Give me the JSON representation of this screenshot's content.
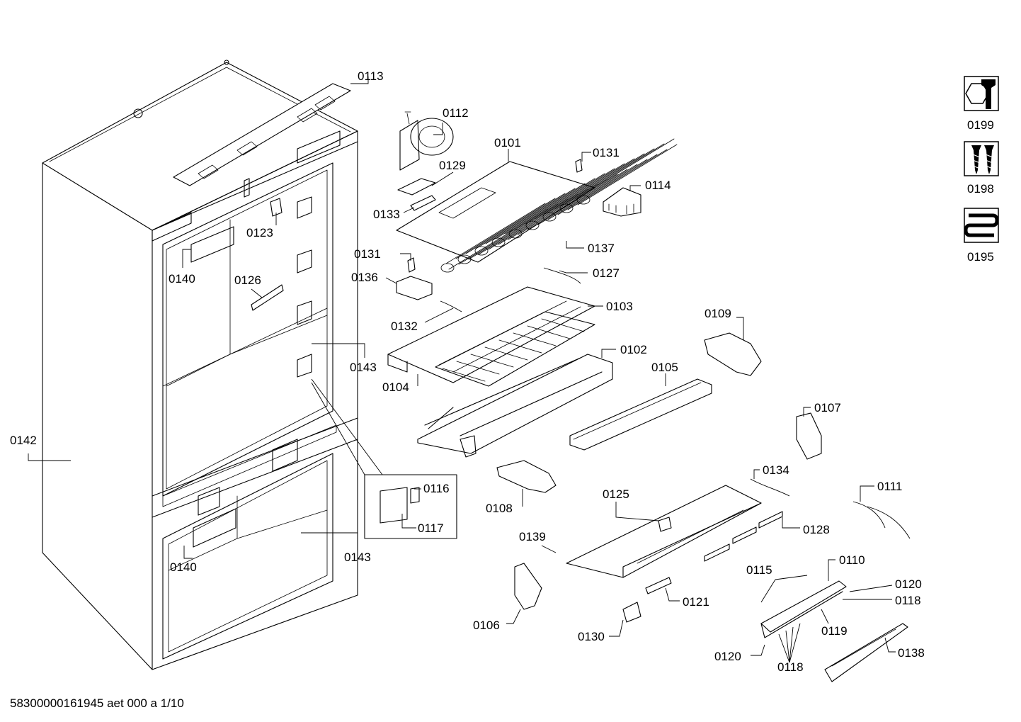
{
  "footer": "58300000161945 aet 000 a 1/10",
  "labels": {
    "l0113": "0113",
    "l0112": "0112",
    "l0101": "0101",
    "l0131a": "0131",
    "l0129": "0129",
    "l0114": "0114",
    "l0133": "0133",
    "l0123": "0123",
    "l0140a": "0140",
    "l0137": "0137",
    "l0131b": "0131",
    "l0126": "0126",
    "l0127": "0127",
    "l0136": "0136",
    "l0103": "0103",
    "l0132": "0132",
    "l0109": "0109",
    "l0143a": "0143",
    "l0102": "0102",
    "l0104": "0104",
    "l0105": "0105",
    "l0142": "0142",
    "l0107": "0107",
    "l0134": "0134",
    "l0116": "0116",
    "l0111": "0111",
    "l0125": "0125",
    "l0108": "0108",
    "l0117": "0117",
    "l0128": "0128",
    "l0139": "0139",
    "l0140b": "0140",
    "l0143b": "0143",
    "l0110": "0110",
    "l0115": "0115",
    "l0120a": "0120",
    "l0121": "0121",
    "l0118a": "0118",
    "l0106": "0106",
    "l0119": "0119",
    "l0130": "0130",
    "l0138": "0138",
    "l0120b": "0120",
    "l0118b": "0118",
    "l0199": "0199",
    "l0198": "0198",
    "l0195": "0195"
  },
  "icons": [
    "wrench-nut-icon",
    "screws-icon",
    "heating-coil-icon"
  ]
}
